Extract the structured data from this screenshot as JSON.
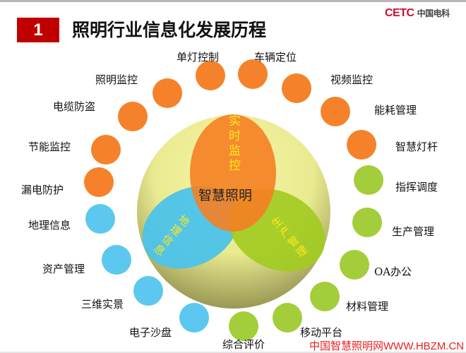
{
  "header": {
    "number": "1",
    "title": "照明行业信息化发展历程",
    "logo": "CETC",
    "logo_cn": "中国电科"
  },
  "colors": {
    "orange": "#f5822a",
    "green": "#a3cd3a",
    "blue": "#5cc8ef",
    "accent_red": "#c00000",
    "text_yellow": "#ffe81a"
  },
  "venn": {
    "center": "智慧照明",
    "top": "实时监控",
    "left": "地理信息",
    "right": "生产管理"
  },
  "orange_items": [
    "单灯控制",
    "车辆定位",
    "照明监控",
    "视频监控",
    "电缆防盗",
    "能耗管理",
    "节能监控",
    "智慧灯杆",
    "漏电防护"
  ],
  "green_items": [
    "指挥调度",
    "生产管理",
    "OA办公",
    "材料管理",
    "移动平台",
    "综合评价"
  ],
  "blue_items": [
    "地理信息",
    "资产管理",
    "三维实景",
    "电子沙盘"
  ],
  "watermark": "中国智慧照明网WWW.HBZM.CN"
}
